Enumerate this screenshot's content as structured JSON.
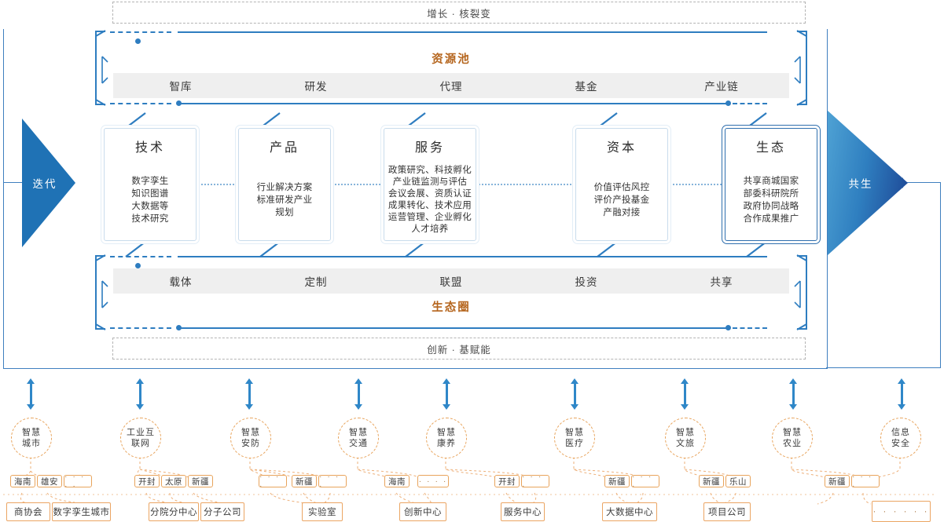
{
  "banners": {
    "top": "增长 · 核裂变",
    "bottom": "创新 · 基赋能"
  },
  "flow": {
    "left_label": "迭代",
    "right_label": "共生"
  },
  "resource_pool": {
    "title": "资源池",
    "cells": [
      "智库",
      "研发",
      "代理",
      "基金",
      "产业链"
    ]
  },
  "eco_circle": {
    "title": "生态圈",
    "cells": [
      "载体",
      "定制",
      "联盟",
      "投资",
      "共享"
    ]
  },
  "pillars": [
    {
      "title": "技术",
      "body": "数字孪生\n知识图谱\n大数据等\n技术研究",
      "highlight": false
    },
    {
      "title": "产品",
      "body": "行业解决方案\n标准研发产业\n规划",
      "highlight": false
    },
    {
      "title": "服务",
      "body": "政策研究、科技孵化\n产业链监测与评估\n会议会展、资质认证\n成果转化、技术应用\n运营管理、企业孵化\n人才培养",
      "highlight": false
    },
    {
      "title": "资本",
      "body": "价值评估风控\n评价产投基金\n产融对接",
      "highlight": false
    },
    {
      "title": "生态",
      "body": "共享商城国家\n部委科研院所\n政府协同战略\n合作成果推广",
      "highlight": true
    }
  ],
  "domains": [
    {
      "name": "智慧\n城市",
      "tags": [
        "海南",
        "雄安",
        "· · · · ·"
      ],
      "leaves": [
        "商协会",
        "数字孪生城市"
      ]
    },
    {
      "name": "工业互\n联网",
      "tags": [
        "开封",
        "太原",
        "新疆"
      ],
      "leaves": [
        "分院分中心",
        "分子公司"
      ]
    },
    {
      "name": "智慧\n安防",
      "tags": [
        "· · · ·",
        "新疆",
        "· · · ·"
      ],
      "leaves": [
        "实验室"
      ]
    },
    {
      "name": "智慧\n交通",
      "tags": [
        "海南",
        "· · · ·"
      ],
      "leaves": [
        "创新中心"
      ]
    },
    {
      "name": "智慧\n康养",
      "tags": [
        "开封",
        "· · · ·"
      ],
      "leaves": [
        "服务中心"
      ]
    },
    {
      "name": "智慧\n医疗",
      "tags": [
        "新疆",
        "· · · ·"
      ],
      "leaves": [
        "大数据中心"
      ]
    },
    {
      "name": "智慧\n文旅",
      "tags": [
        "新疆",
        "乐山"
      ],
      "leaves": [
        "项目公司"
      ]
    },
    {
      "name": "智慧\n农业",
      "tags": [
        "新疆",
        "· · · ·"
      ],
      "leaves": []
    },
    {
      "name": "信息\n安全",
      "tags": [],
      "leaves": [
        "· · · · · ·"
      ]
    }
  ],
  "colors": {
    "brand_blue": "#2e7dc0",
    "accent_brown": "#b5651d",
    "orange": "#e8a45c",
    "strip_gray": "#efefef"
  }
}
